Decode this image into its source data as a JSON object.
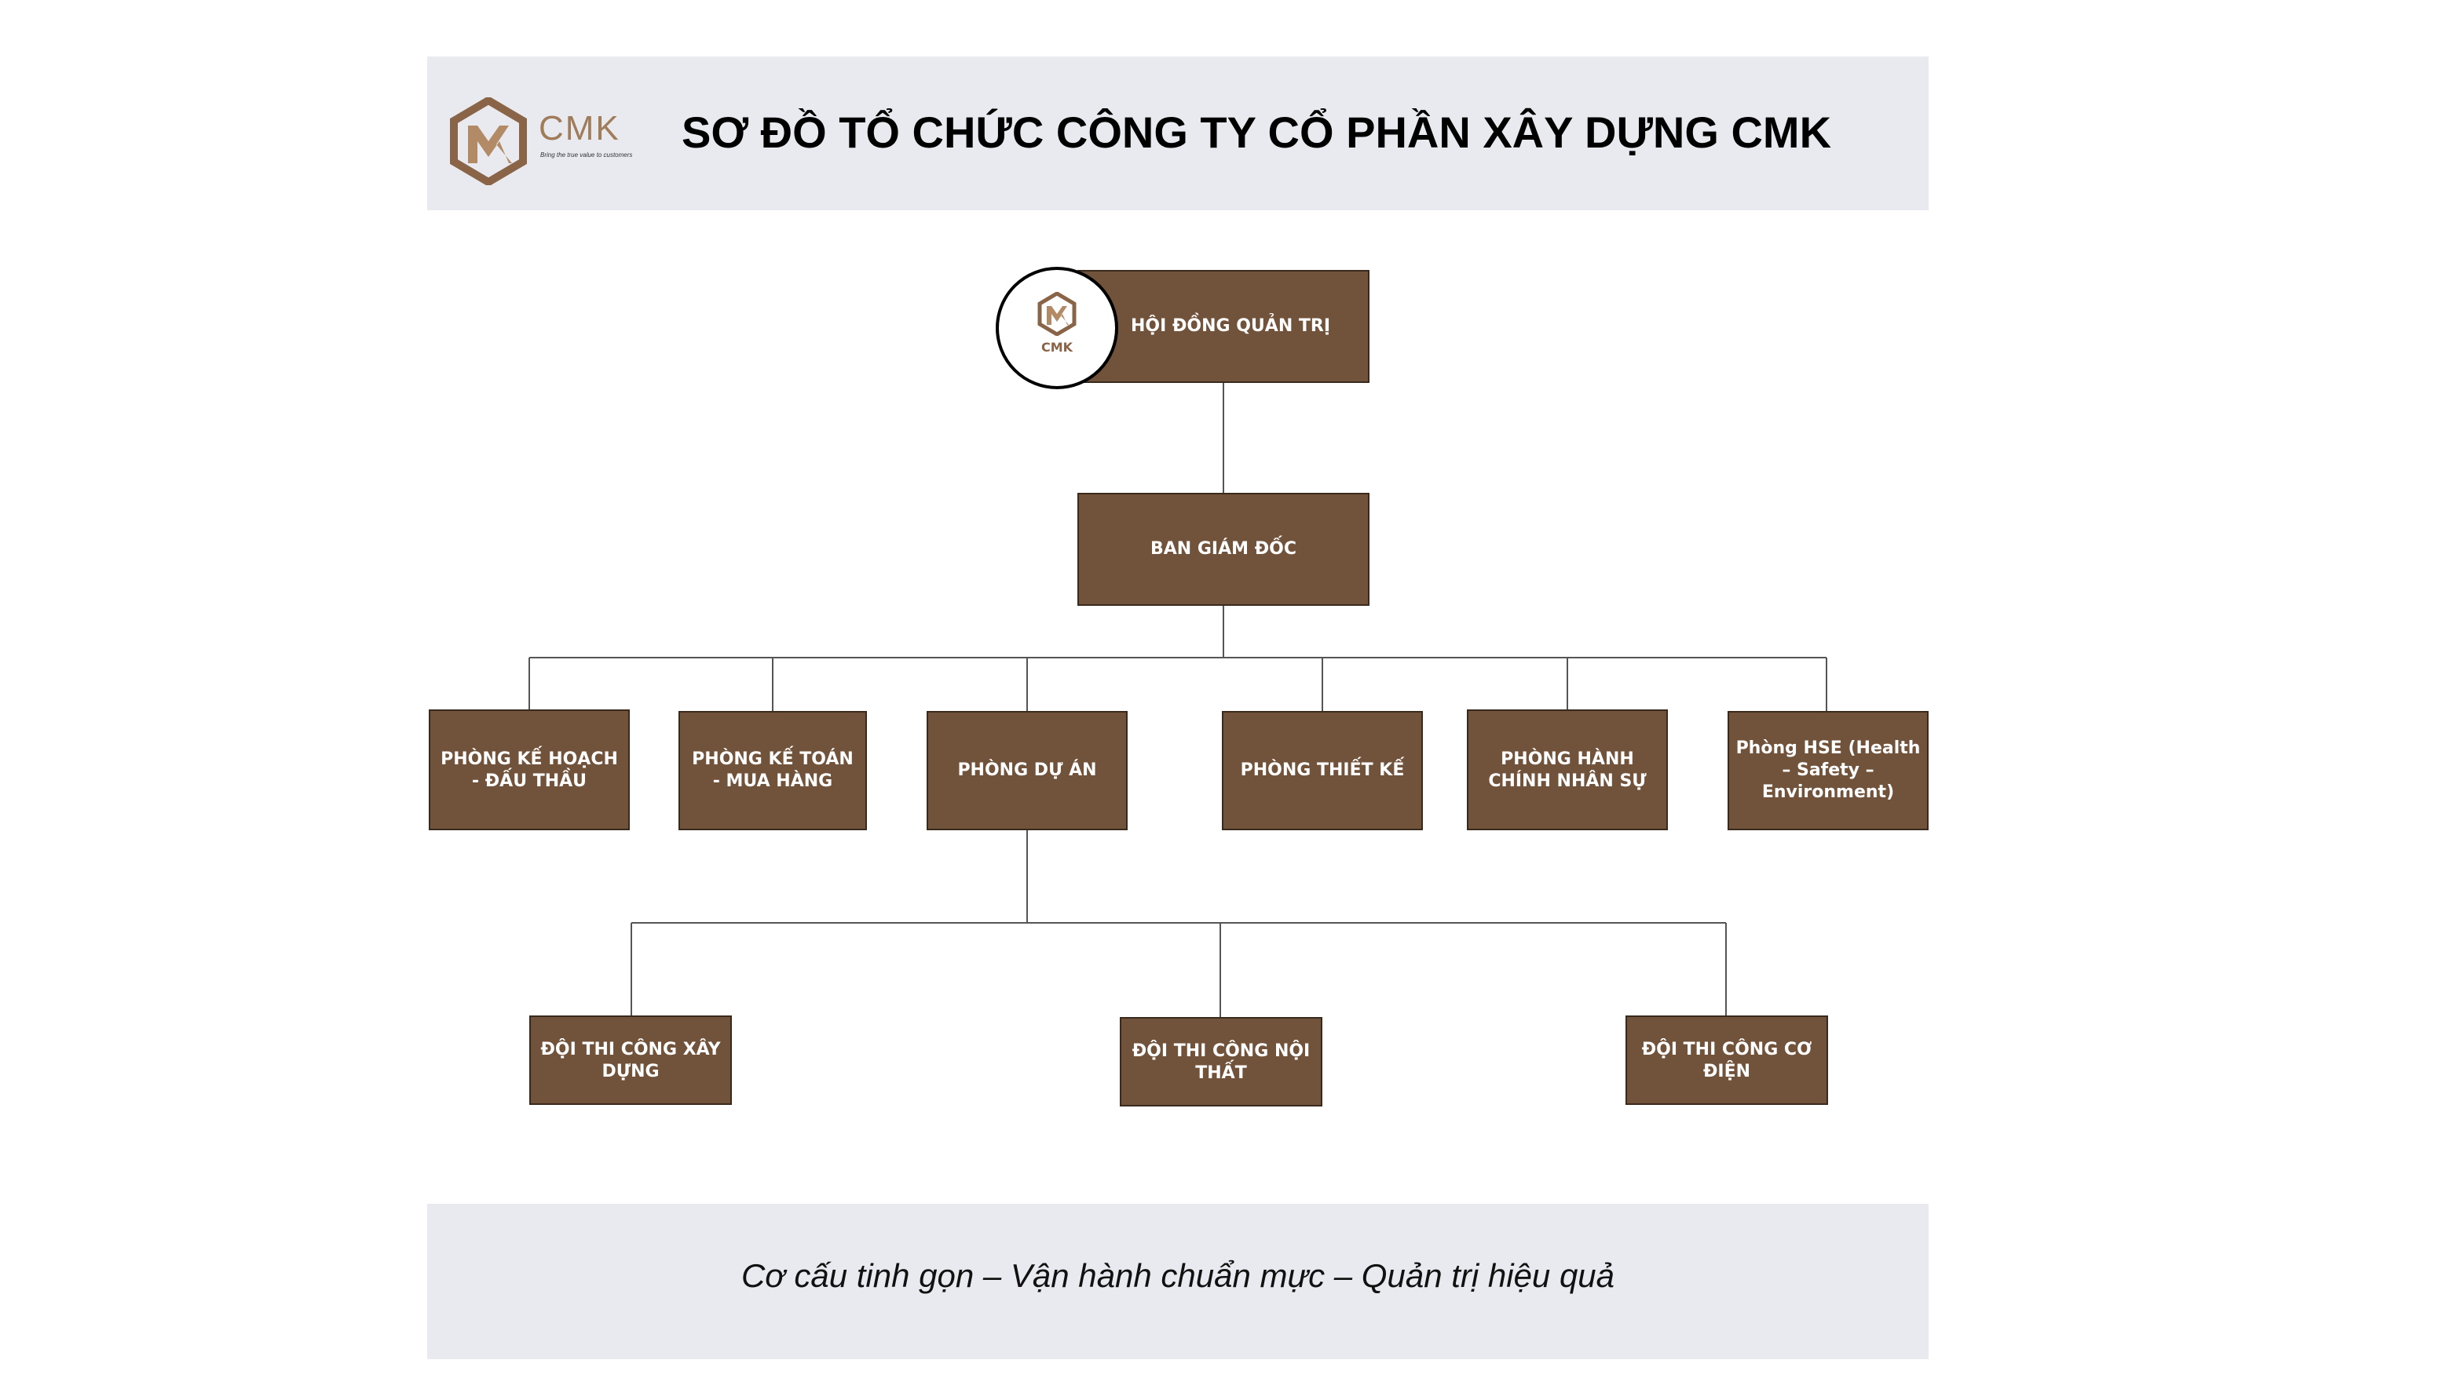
{
  "header": {
    "logo_text": "CMK",
    "logo_tagline": "Bring the true value to customers",
    "title": "SƠ ĐỒ TỔ CHỨC CÔNG TY CỔ PHẦN XÂY DỰNG CMK"
  },
  "chart": {
    "board": "HỘI ĐỒNG QUẢN TRỊ",
    "board_logo_text": "CMK",
    "directors": "BAN GIÁM ĐỐC",
    "departments": [
      "PHÒNG KẾ HOẠCH - ĐẤU THẦU",
      "PHÒNG KẾ TOÁN - MUA HÀNG",
      "PHÒNG DỰ ÁN",
      "PHÒNG THIẾT KẾ",
      "PHÒNG HÀNH CHÍNH NHÂN SỰ",
      "Phòng HSE (Health – Safety – Environment)"
    ],
    "teams": [
      "ĐỘI THI CÔNG XÂY DỰNG",
      "ĐỘI THI CÔNG NỘI THẤT",
      "ĐỘI THI CÔNG CƠ ĐIỆN"
    ]
  },
  "footer": {
    "slogan": "Cơ cấu tinh gọn – Vận hành chuẩn mực – Quản trị hiệu quả"
  },
  "colors": {
    "box": "#71523a",
    "band": "#e9eaef",
    "logo": "#a17c5b"
  }
}
